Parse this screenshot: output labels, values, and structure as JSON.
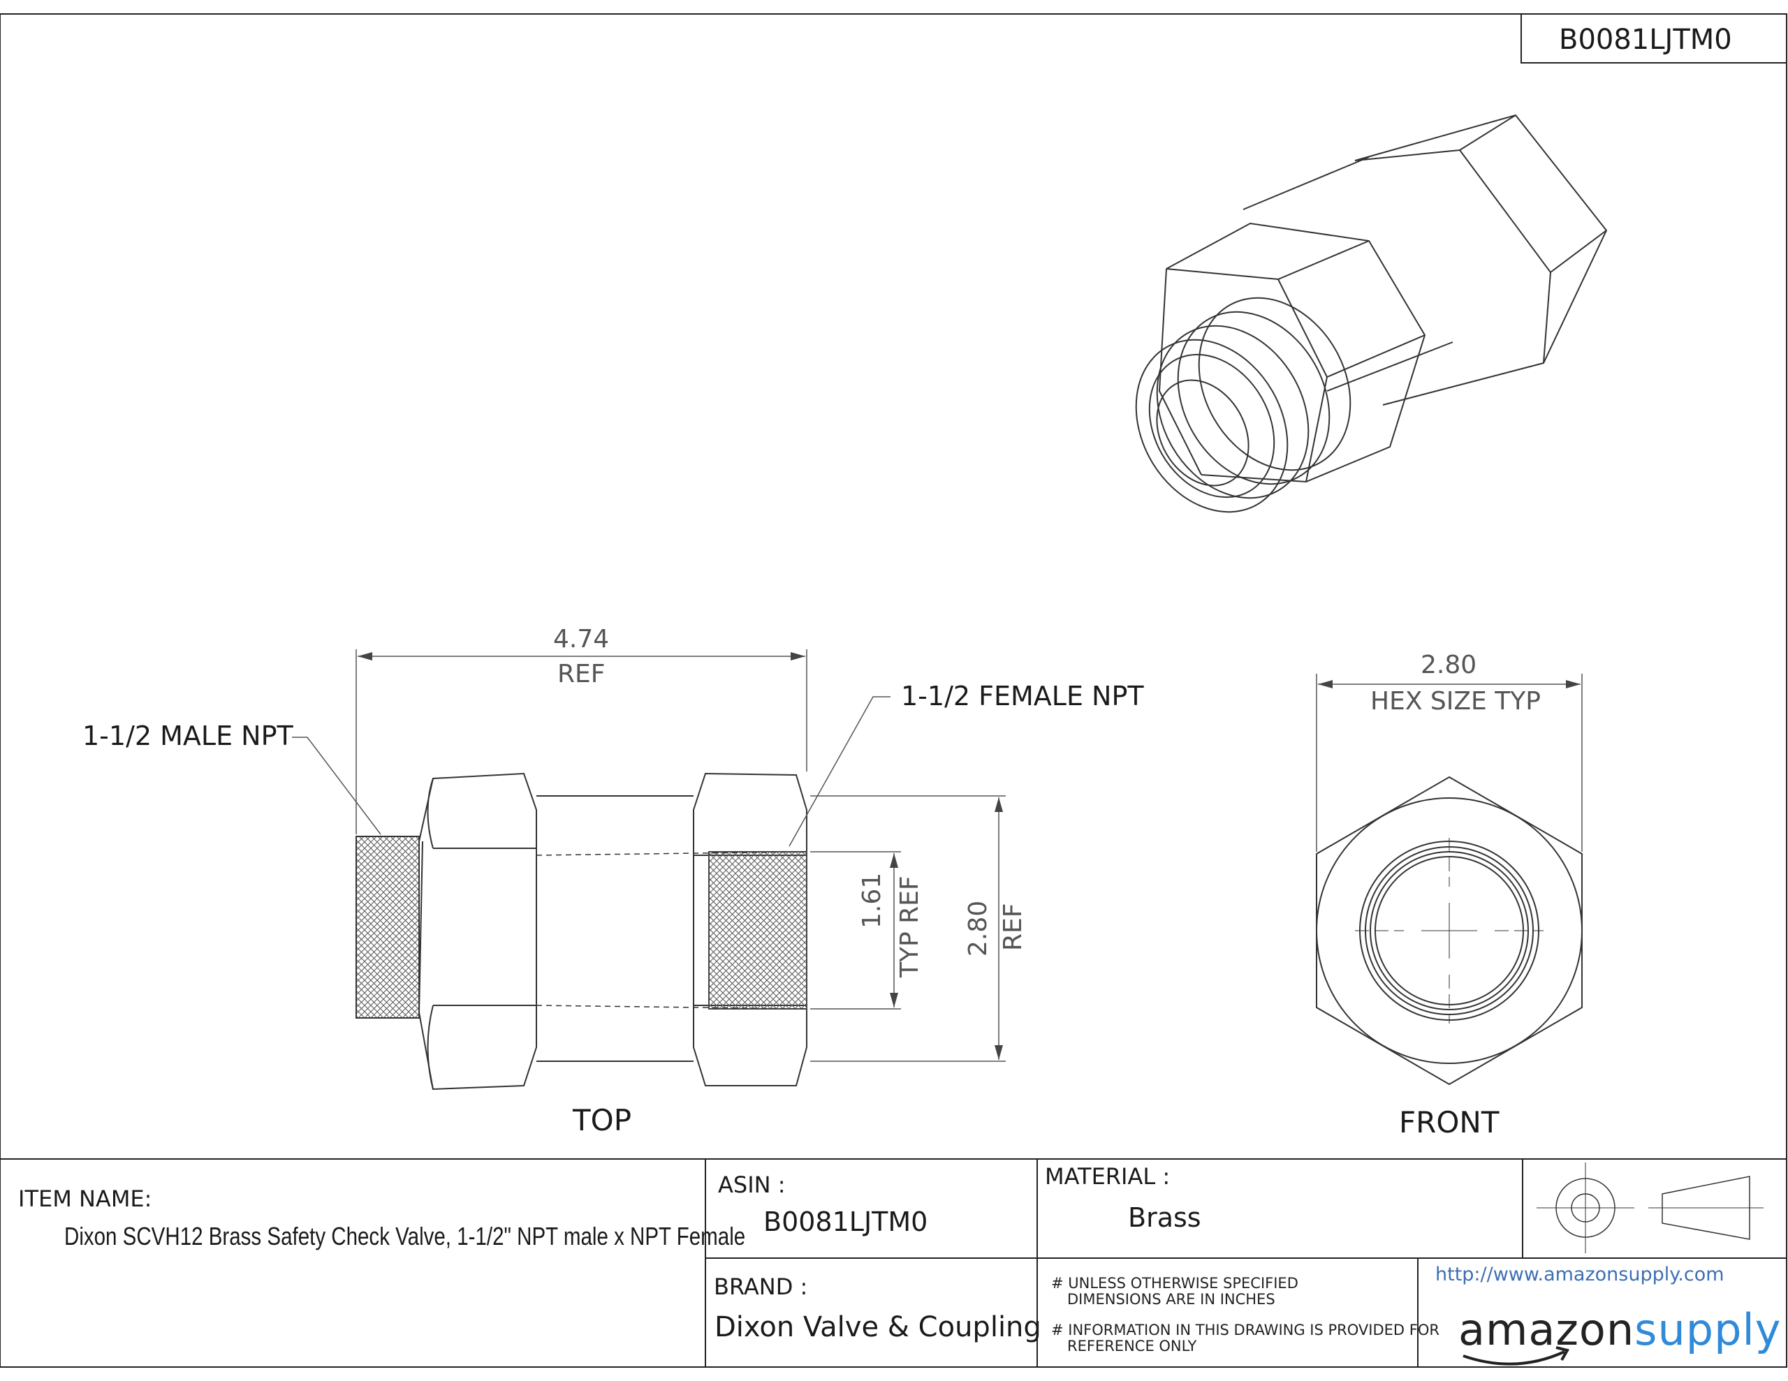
{
  "header": {
    "part_code": "B0081LJTM0"
  },
  "dimensions": {
    "overall_length": "4.74",
    "overall_length_note": "REF",
    "hex_size": "2.80",
    "hex_size_note": "HEX SIZE TYP",
    "thread_dia": "1.61",
    "thread_dia_note": "TYP REF",
    "hex_height": "2.80",
    "hex_height_note": "REF"
  },
  "callouts": {
    "male": "1-1/2 MALE NPT",
    "female": "1-1/2 FEMALE NPT"
  },
  "views": {
    "top": "TOP",
    "front": "FRONT"
  },
  "title_block": {
    "item_name_label": "ITEM NAME:",
    "item_name_value": "Dixon SCVH12 Brass Safety Check Valve, 1-1/2\" NPT male x NPT Female",
    "asin_label": "ASIN :",
    "asin_value": "B0081LJTM0",
    "material_label": "MATERIAL :",
    "material_value": "Brass",
    "brand_label": "BRAND :",
    "brand_value": "Dixon Valve & Coupling",
    "note1_line1": "# UNLESS OTHERWISE SPECIFIED",
    "note1_line2": "DIMENSIONS ARE IN INCHES",
    "note2_line1": "# INFORMATION IN THIS DRAWING IS PROVIDED FOR",
    "note2_line2": "REFERENCE ONLY",
    "url": "http://www.amazonsupply.com",
    "logo_part1": "amazon",
    "logo_part2": "supply"
  },
  "colors": {
    "line": "#222222",
    "dim_text": "#555555",
    "logo_blue": "#2f8ad8"
  }
}
